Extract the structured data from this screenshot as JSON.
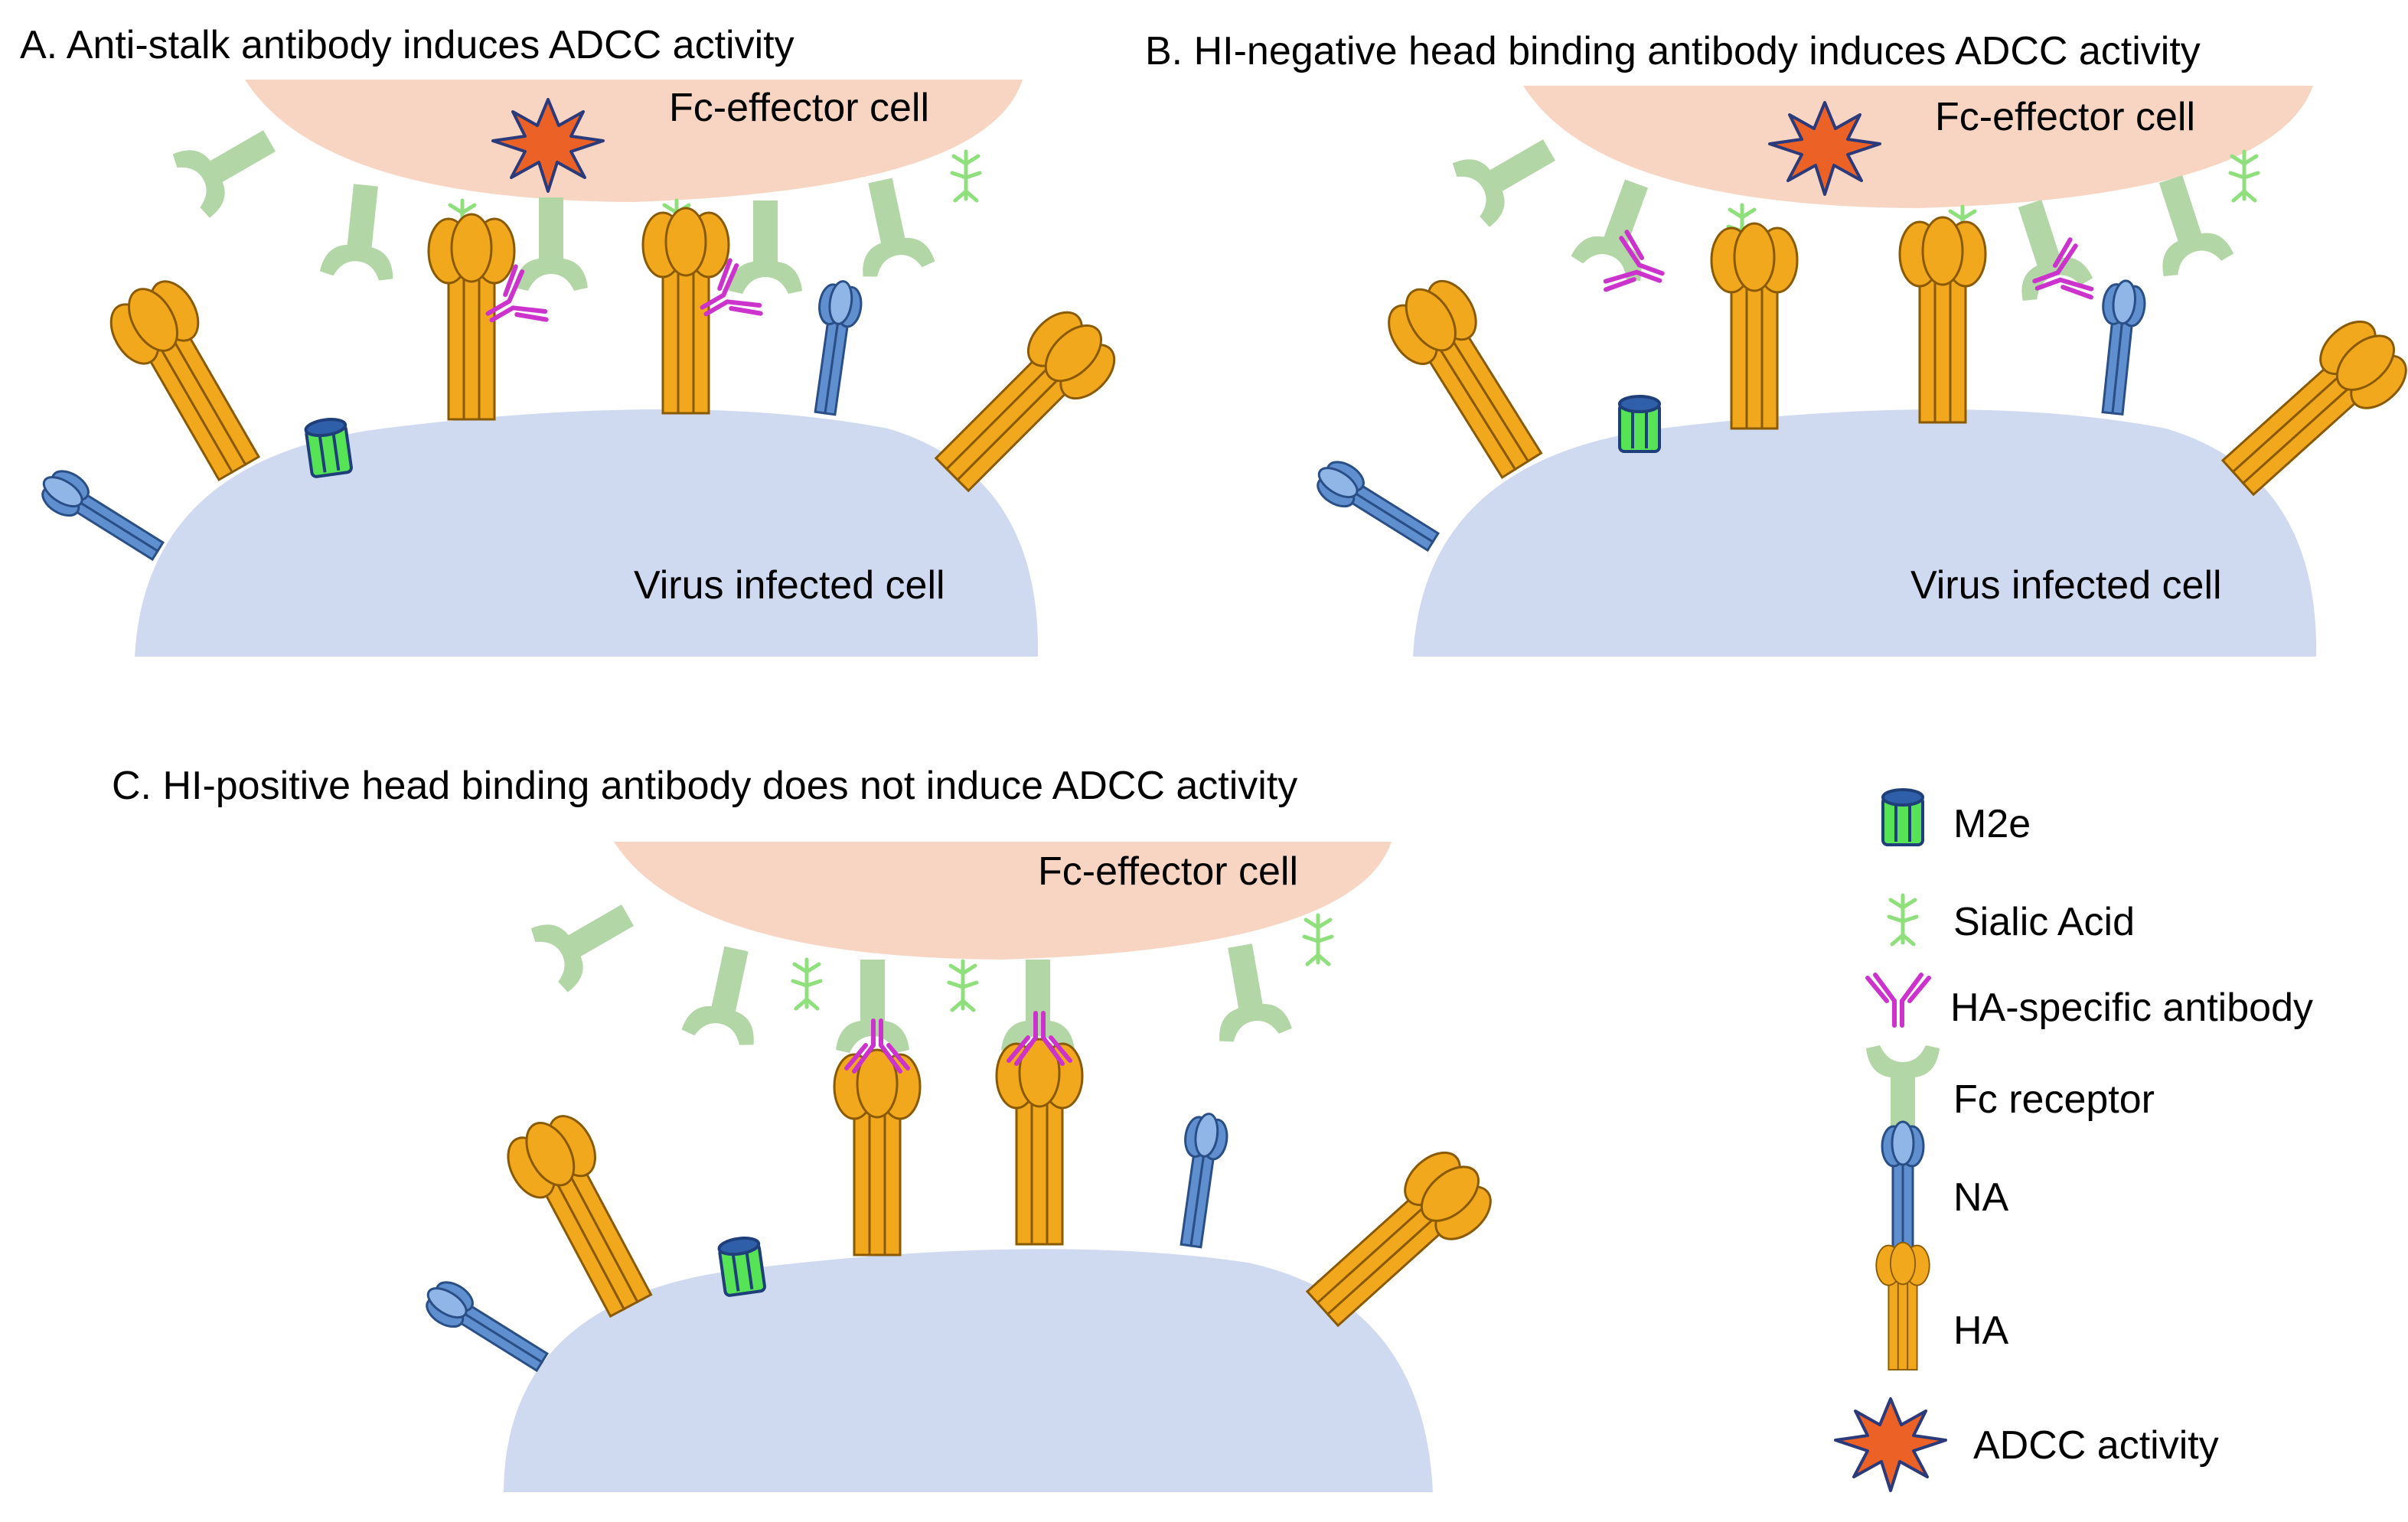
{
  "panels": [
    {
      "id": "A",
      "title": "A. Anti-stalk antibody induces ADCC activity",
      "effector_label": "Fc-effector  cell",
      "infected_label": "Virus infected cell",
      "adcc_shown": true
    },
    {
      "id": "B",
      "title": "B. HI-negative head binding antibody induces ADCC activity",
      "effector_label": "Fc-effector  cell",
      "infected_label": "Virus infected cell",
      "adcc_shown": true
    },
    {
      "id": "C",
      "title": "C. HI-positive head binding antibody does not induce ADCC activity",
      "effector_label": "Fc-effector  cell",
      "infected_label": "",
      "adcc_shown": false
    }
  ],
  "legend": {
    "items": [
      {
        "icon": "m2e-icon",
        "label": "M2e"
      },
      {
        "icon": "sialic-acid-icon",
        "label": "Sialic Acid"
      },
      {
        "icon": "antibody-icon",
        "label": "HA-specific antibody"
      },
      {
        "icon": "fc-receptor-icon",
        "label": "Fc receptor"
      },
      {
        "icon": "na-icon",
        "label": "NA"
      },
      {
        "icon": "ha-icon",
        "label": "HA"
      },
      {
        "icon": "adcc-burst-icon",
        "label": "ADCC activity"
      }
    ]
  },
  "colors": {
    "effector_cell": "#f8d5c2",
    "infected_cell": "#cfdaf0",
    "fc_receptor": "#b3d6a6",
    "sialic_acid": "#8fe07c",
    "antibody": "#cc33cc",
    "ha": "#f2a81c",
    "ha_stroke": "#8a5a00",
    "na": "#5f8fcf",
    "na_stroke": "#2a4f86",
    "m2e": "#56e356",
    "m2e_stroke": "#1f3f7a",
    "adcc": "#ec6125",
    "adcc_stroke": "#2a3a7a"
  }
}
